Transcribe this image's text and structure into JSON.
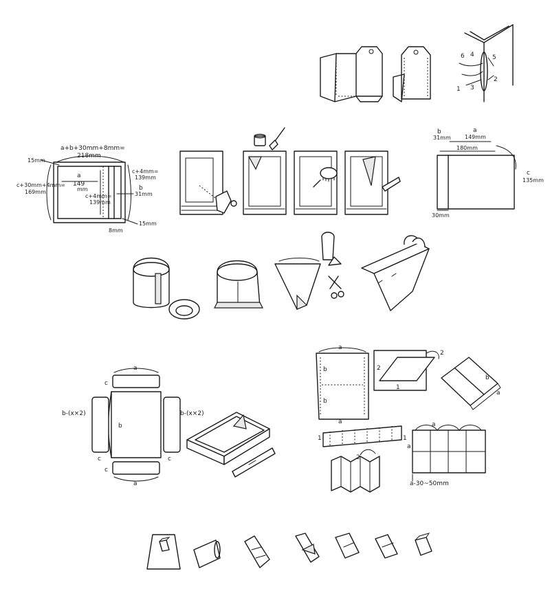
{
  "box_plan": {
    "top_formula": "a+b+30mm+8mm=",
    "top_total": "218mm",
    "left_formula": "c+30mm+4mm=",
    "left_total": "169mm",
    "corner_top": "15mm",
    "a_letter": "a",
    "a_value": "149",
    "a_unit": "mm",
    "right_formula": "c+4mm=",
    "right_value": "139mm",
    "inner_formula": "c+4mm=",
    "inner_value": "139mm",
    "b_letter": "b",
    "b_value": "31mm",
    "bottom_8": "8mm",
    "corner_bottom": "15mm"
  },
  "cover_sheet": {
    "b_letter": "b",
    "b_value": "31mm",
    "a_letter": "a",
    "a_value": "149mm",
    "top_value": "180mm",
    "c_letter": "c",
    "c_value": "135mm",
    "bottom_value": "30mm"
  },
  "binding": {
    "n1": "1",
    "n2": "2",
    "n3": "3",
    "n4": "4",
    "n5": "5",
    "n6": "6"
  },
  "tray": {
    "top_a": "a",
    "top_c": "c",
    "inner_a": "a",
    "left_b": "b-(x×2)",
    "inner_b": "b",
    "right_b": "b-(x×2)",
    "bottom_c_left": "c",
    "bottom_c_right": "c",
    "bottom_c": "c",
    "bottom_a": "a"
  },
  "folding": {
    "top_a": "a",
    "left_b1": "b",
    "left_b2": "b",
    "left_a": "a",
    "step_2a": "2",
    "step_2b": "2",
    "step_1": "1",
    "book_b": "b",
    "book_a": "a",
    "strip_1": "1",
    "strip_1b": "1",
    "strip_2": "2",
    "grid_a": "a",
    "grid_a_side": "a",
    "grid_note": "a-30~50mm"
  }
}
